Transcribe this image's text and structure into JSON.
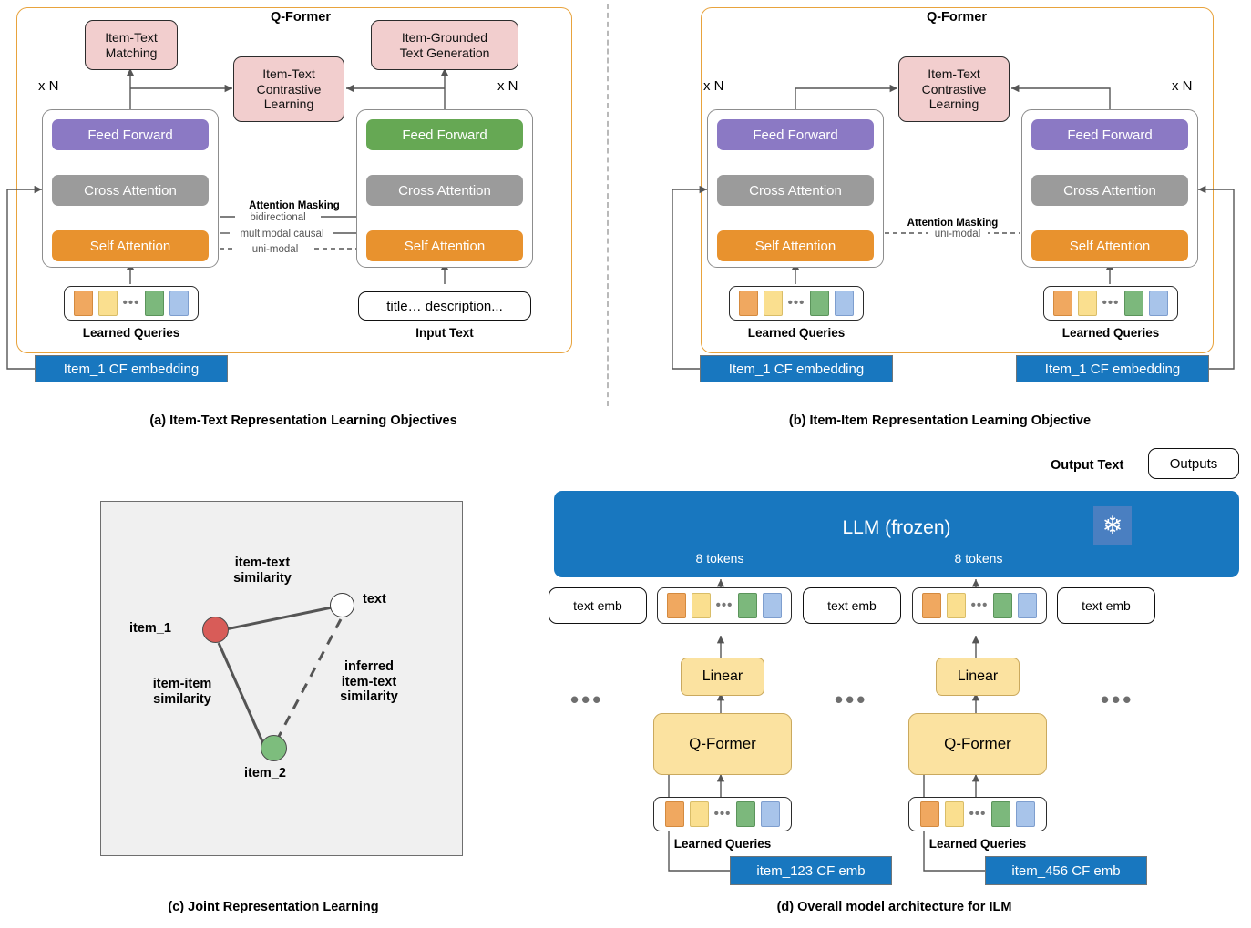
{
  "figure": {
    "divider_color": "#b9b9b9",
    "panels": [
      {
        "id": "a",
        "caption": "(a) Item-Text Representation Learning Objectives",
        "qformer_title": "Q-Former",
        "objectives": [
          {
            "label": "Item-Text\nMatching",
            "name": "item-text-matching"
          },
          {
            "label": "Item-Text\nContrastive\nLearning",
            "name": "item-text-contrastive-learning"
          },
          {
            "label": "Item-Grounded\nText Generation",
            "name": "item-grounded-text-generation"
          }
        ],
        "left_tower": {
          "repeat": "x N",
          "layers": [
            "Feed Forward",
            "Cross Attention",
            "Self Attention"
          ],
          "input_label": "Learned Queries"
        },
        "right_tower": {
          "repeat": "x N",
          "layers": [
            "Feed Forward",
            "Cross Attention",
            "Self Attention"
          ],
          "input_value": "title… description...",
          "input_label": "Input Text"
        },
        "attention_masking": {
          "title": "Attention Masking",
          "modes": [
            "bidirectional",
            "multimodal causal",
            "uni-modal"
          ]
        },
        "cf_embedding": "Item_1 CF embedding"
      },
      {
        "id": "b",
        "caption": "(b) Item-Item Representation Learning Objective",
        "qformer_title": "Q-Former",
        "objectives": [
          {
            "label": "Item-Text\nContrastive\nLearning",
            "name": "item-text-contrastive-learning"
          }
        ],
        "left_tower": {
          "repeat": "x N",
          "layers": [
            "Feed Forward",
            "Cross Attention",
            "Self Attention"
          ],
          "input_label": "Learned Queries"
        },
        "right_tower": {
          "repeat": "x N",
          "layers": [
            "Feed Forward",
            "Cross Attention",
            "Self Attention"
          ],
          "input_label": "Learned Queries"
        },
        "attention_masking": {
          "title": "Attention Masking",
          "modes": [
            "uni-modal"
          ]
        },
        "cf_embedding_left": "Item_1 CF embedding",
        "cf_embedding_right": "Item_1 CF embedding"
      },
      {
        "id": "c",
        "caption": "(c) Joint Representation Learning",
        "nodes": [
          {
            "name": "item_1",
            "label": "item_1",
            "color": "#d85c58"
          },
          {
            "name": "item_2",
            "label": "item_2",
            "color": "#7dbd7d"
          },
          {
            "name": "text",
            "label": "text",
            "color": "#ffffff"
          }
        ],
        "edges": [
          {
            "label": "item-text\nsimilarity",
            "style": "solid"
          },
          {
            "label": "item-item\nsimilarity",
            "style": "solid"
          },
          {
            "label": "inferred\nitem-text\nsimilarity",
            "style": "dashed"
          }
        ]
      },
      {
        "id": "d",
        "caption": "(d) Overall model architecture for ILM",
        "output_text_label": "Output Text",
        "outputs_box": "Outputs",
        "llm_label": "LLM (frozen)",
        "frozen_icon": "snowflake-icon",
        "token_labels": [
          "8 tokens",
          "8 tokens"
        ],
        "text_emb_labels": [
          "text emb",
          "text emb",
          "text emb"
        ],
        "linear_labels": [
          "Linear",
          "Linear"
        ],
        "qformer_labels": [
          "Q-Former",
          "Q-Former"
        ],
        "queries_labels": [
          "Learned Queries",
          "Learned Queries"
        ],
        "cf_embeddings": [
          "item_123 CF emb",
          "item_456 CF emb"
        ],
        "ellipses": [
          "...",
          "...",
          "..."
        ]
      }
    ],
    "colors": {
      "qformer_border": "#e8a33d",
      "feed_forward_purple": "#8b79c4",
      "feed_forward_green": "#66a854",
      "cross_attention_gray": "#9b9b9b",
      "self_attention_orange": "#e8922e",
      "objective_pink": "#f2cece",
      "cf_blue": "#1877bf",
      "llm_blue": "#1877bf",
      "qformer_yellow": "#fbe2a0"
    }
  }
}
